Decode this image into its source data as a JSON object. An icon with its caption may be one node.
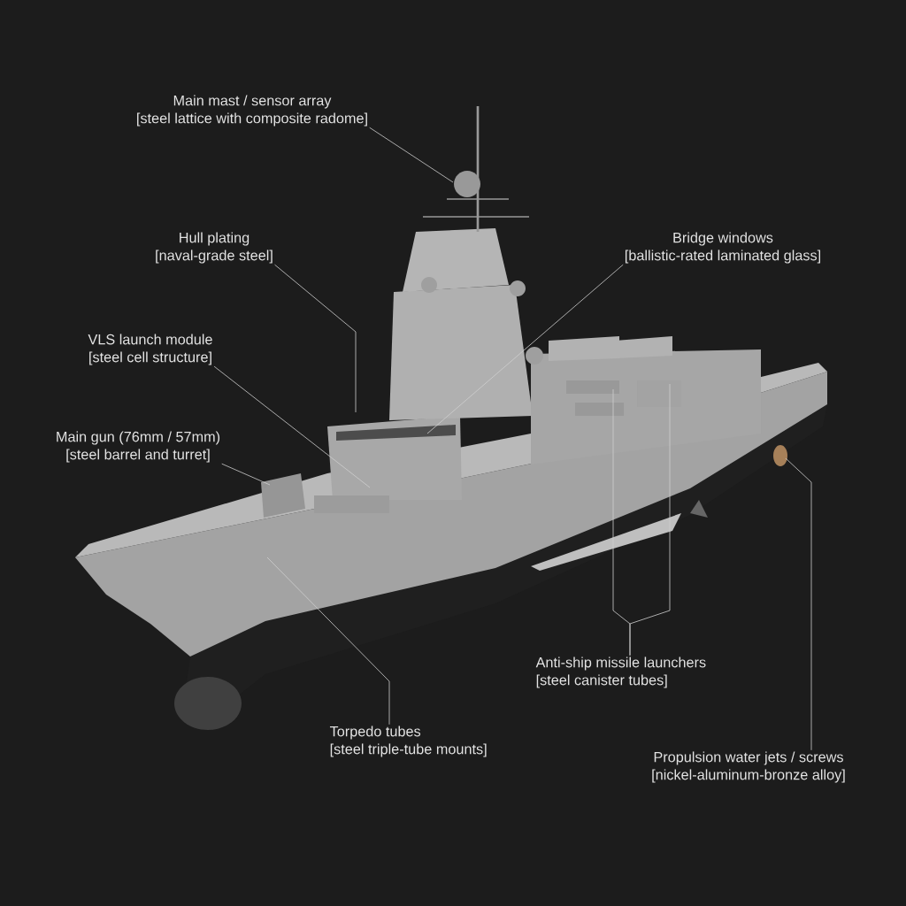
{
  "diagram": {
    "nodes": [
      {
        "text": [
          "Main mast / sensor array",
          "[steel lattice with composite radome]"
        ]
      },
      {
        "text": [
          "Hull plating",
          "[naval-grade steel]"
        ]
      },
      {
        "text": [
          "Bridge windows",
          "[ballistic-rated laminated glass]"
        ]
      },
      {
        "text": [
          "VLS launch module",
          "[steel cell structure]"
        ]
      },
      {
        "text": [
          "Main gun (76mm / 57mm)",
          "[steel barrel and turret]"
        ]
      },
      {
        "text": [
          "Anti-ship missile launchers",
          "[steel canister tubes]"
        ]
      },
      {
        "text": [
          "Torpedo tubes",
          "[steel triple-tube mounts]"
        ]
      },
      {
        "text": [
          "Propulsion water jets / screws",
          "[nickel-aluminum-bronze alloy]"
        ]
      }
    ],
    "edges": [
      {
        "from": 0,
        "to": null,
        "arrow": "none"
      },
      {
        "from": 1,
        "to": null,
        "arrow": "none"
      },
      {
        "from": 2,
        "to": null,
        "arrow": "none"
      },
      {
        "from": 3,
        "to": null,
        "arrow": "none"
      },
      {
        "from": 4,
        "to": null,
        "arrow": "none"
      },
      {
        "from": 5,
        "to": null,
        "arrow": "none"
      },
      {
        "from": 5,
        "to": null,
        "arrow": "none"
      },
      {
        "from": 6,
        "to": null,
        "arrow": "none"
      },
      {
        "from": 7,
        "to": null,
        "arrow": "none"
      }
    ]
  }
}
